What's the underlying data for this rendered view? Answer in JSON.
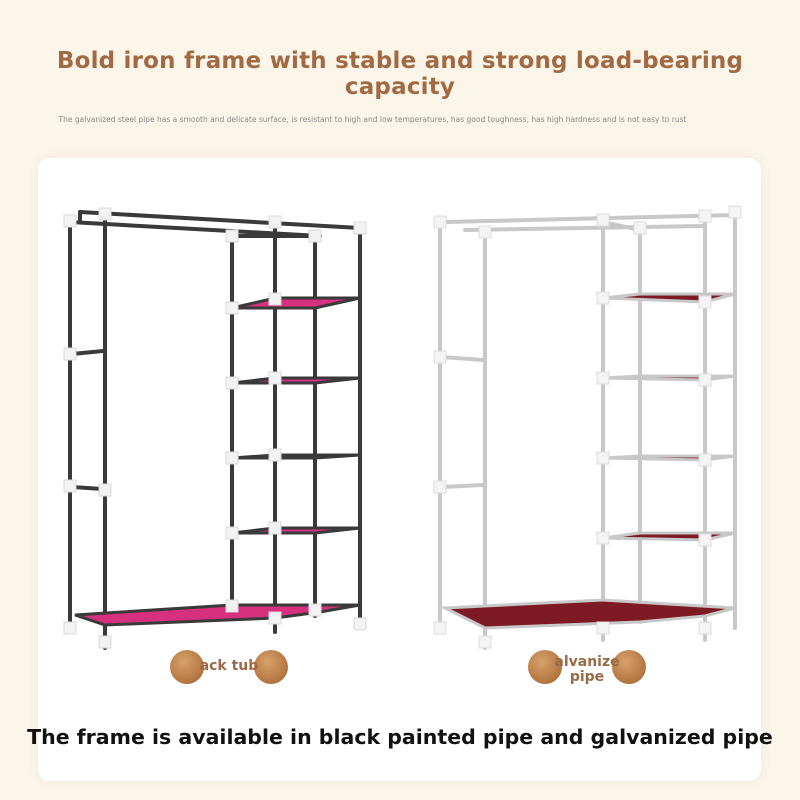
{
  "headline": "Bold iron frame with stable and strong load-bearing capacity",
  "subline": "The galvanized steel pipe has a smooth and delicate surface, is resistant to high and low temperatures, has good toughness, has high hardness and is not easy to rust",
  "products": [
    {
      "label": "ack tub",
      "frame_color": "#3a3a3a",
      "fabric_color": "#d6307f"
    },
    {
      "label": "alvanize\npipe",
      "frame_color": "#c8c8c8",
      "fabric_color": "#7d1a24"
    }
  ],
  "footer": "The frame is available in black painted pipe and galvanized pipe",
  "colors": {
    "headline": "#a26a42",
    "badge": "#b27540",
    "background": "#fbf5ea"
  }
}
